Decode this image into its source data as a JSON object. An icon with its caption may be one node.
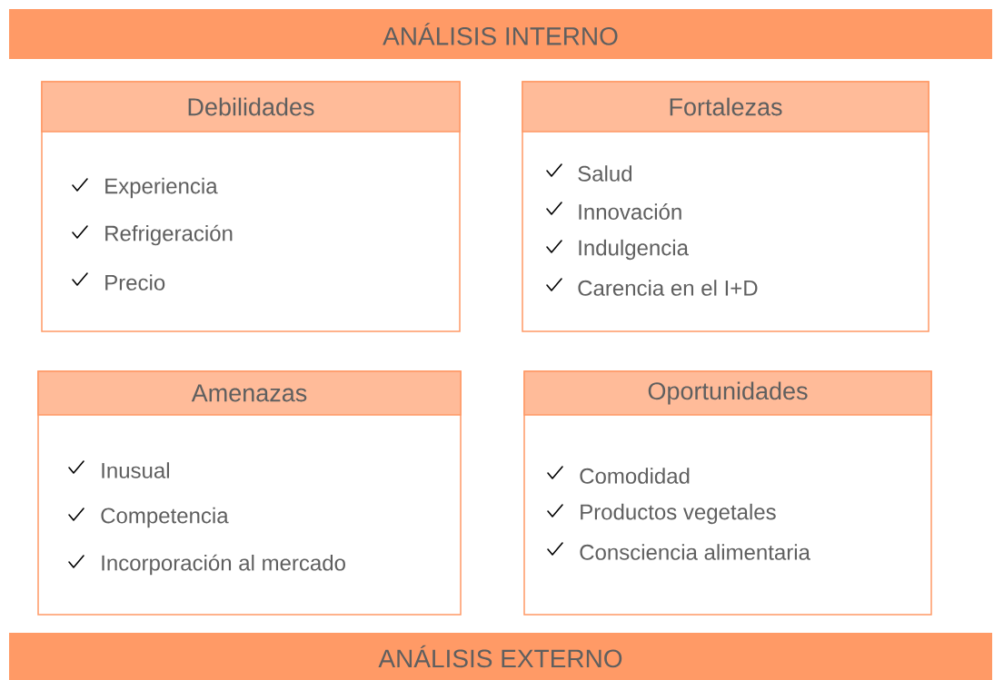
{
  "diagram": {
    "nodes": [
      {
        "text": [
          "ANÁLISIS INTERNO"
        ]
      },
      {
        "text": [
          "Debilidades",
          "Experiencia",
          "Refrigeración",
          "Precio"
        ]
      },
      {
        "text": [
          "Fortalezas",
          "Salud",
          "Innovación",
          "Indulgencia",
          "Carencia en el I+D"
        ]
      },
      {
        "text": [
          "Amenazas",
          "Inusual",
          "Competencia",
          "Incorporación al mercado"
        ]
      },
      {
        "text": [
          "Oportunidades",
          "Comodidad",
          "Productos vegetales",
          "Consciencia alimentaria"
        ]
      },
      {
        "text": [
          "ANÁLISIS EXTERNO"
        ]
      }
    ]
  }
}
